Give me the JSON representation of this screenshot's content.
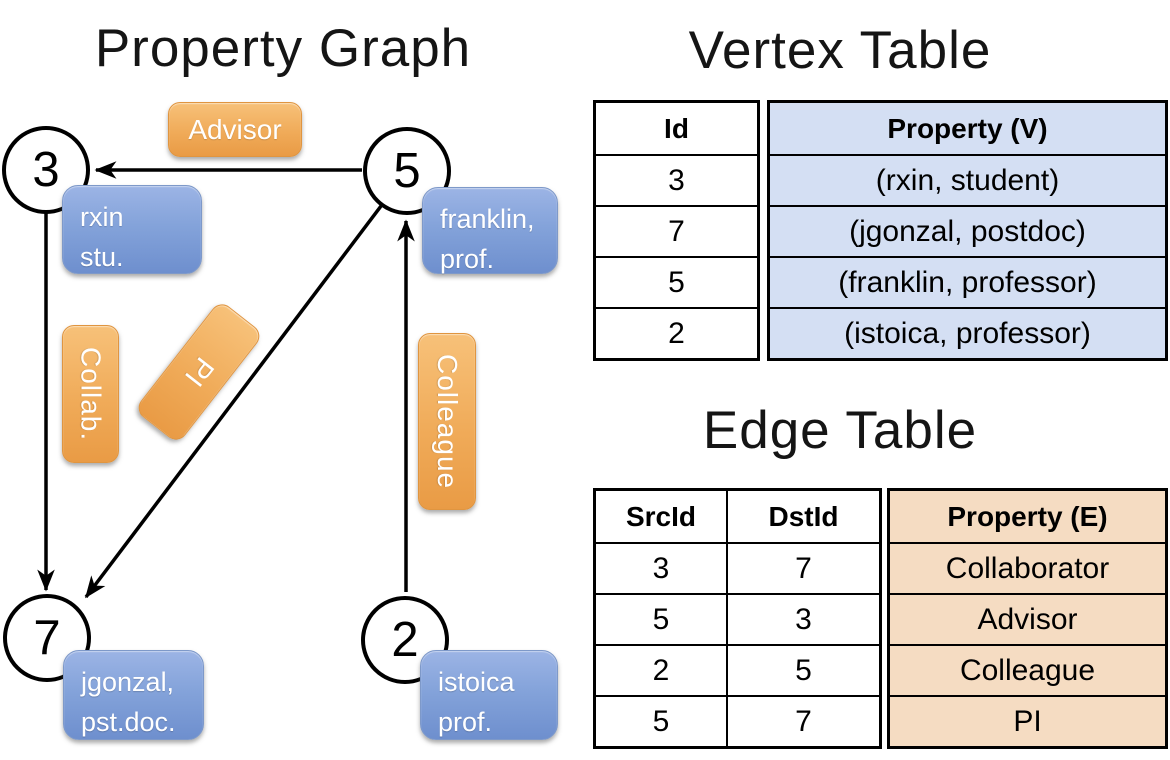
{
  "graph": {
    "title": "Property Graph",
    "nodes": [
      {
        "id": "3",
        "prop_line1": "rxin",
        "prop_line2": "stu."
      },
      {
        "id": "5",
        "prop_line1": "franklin,",
        "prop_line2": "prof."
      },
      {
        "id": "7",
        "prop_line1": "jgonzal,",
        "prop_line2": "pst.doc."
      },
      {
        "id": "2",
        "prop_line1": "istoica",
        "prop_line2": "prof."
      }
    ],
    "edges": [
      {
        "label": "Advisor",
        "src": "5",
        "dst": "3"
      },
      {
        "label": "Collab.",
        "src": "3",
        "dst": "7"
      },
      {
        "label": "PI",
        "src": "5",
        "dst": "7"
      },
      {
        "label": "Colleague",
        "src": "2",
        "dst": "5"
      }
    ]
  },
  "vertex_table": {
    "title": "Vertex Table",
    "col_id": "Id",
    "col_property": "Property (V)",
    "rows": [
      {
        "id": "3",
        "property": "(rxin, student)"
      },
      {
        "id": "7",
        "property": "(jgonzal, postdoc)"
      },
      {
        "id": "5",
        "property": "(franklin, professor)"
      },
      {
        "id": "2",
        "property": "(istoica, professor)"
      }
    ]
  },
  "edge_table": {
    "title": "Edge Table",
    "col_src": "SrcId",
    "col_dst": "DstId",
    "col_property": "Property (E)",
    "rows": [
      {
        "src": "3",
        "dst": "7",
        "property": "Collaborator"
      },
      {
        "src": "5",
        "dst": "3",
        "property": "Advisor"
      },
      {
        "src": "2",
        "dst": "5",
        "property": "Colleague"
      },
      {
        "src": "5",
        "dst": "7",
        "property": "PI"
      }
    ]
  },
  "colors": {
    "edge_label_orange": "#F0AB59",
    "vertex_label_blue": "#84A3DA",
    "vertex_table_cell_bg": "#D4DFF3",
    "edge_table_cell_bg": "#F5DCC2",
    "line_black": "#000000"
  }
}
